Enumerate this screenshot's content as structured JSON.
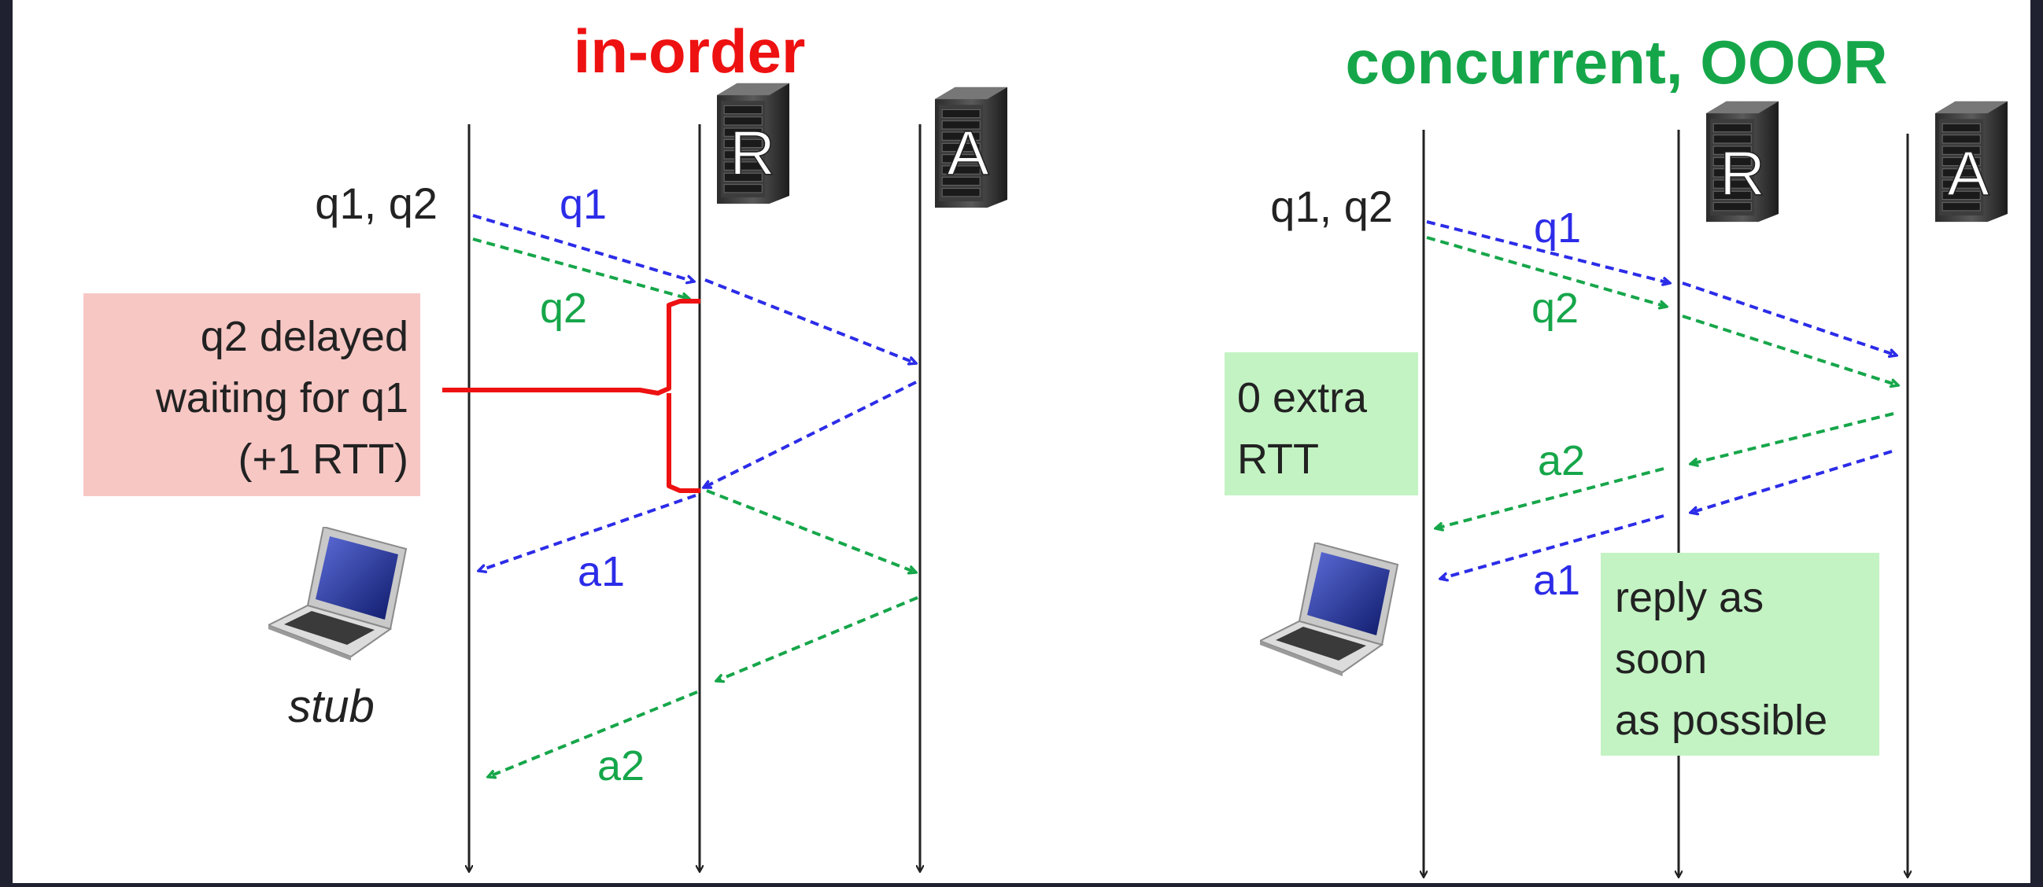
{
  "colors": {
    "query1": "#2c2ce8",
    "query2": "#16a64a",
    "title_left": "#ee1111",
    "title_right": "#16a64a",
    "delay_box": "#f7c7c4",
    "ok_box": "#c3f3c3",
    "bracket": "#ee1111"
  },
  "left": {
    "title": "in-order",
    "server_r": "R",
    "server_a": "A",
    "queries_label": "q1, q2",
    "q1": "q1",
    "q2": "q2",
    "a1": "a1",
    "a2": "a2",
    "stub_label": "stub",
    "note": [
      "q2 delayed",
      "waiting for q1",
      "(+1 RTT)"
    ],
    "icons": [
      "server-icon",
      "laptop-icon"
    ]
  },
  "right": {
    "title": "concurrent, OOOR",
    "server_r": "R",
    "server_a": "A",
    "queries_label": "q1, q2",
    "q1": "q1",
    "q2": "q2",
    "a1": "a1",
    "a2": "a2",
    "note_extra": [
      "0 extra",
      "RTT"
    ],
    "note_reply": [
      "reply as",
      "soon",
      "as possible"
    ],
    "icons": [
      "server-icon",
      "laptop-icon"
    ]
  }
}
